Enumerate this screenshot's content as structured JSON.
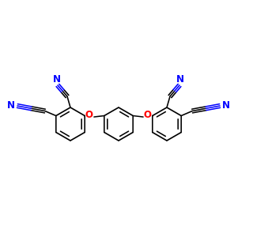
{
  "molecule": {
    "atoms": [
      {
        "id": "n_left_top",
        "label": "N",
        "color": "#0000FF"
      },
      {
        "id": "n_left_side",
        "label": "N",
        "color": "#0000FF"
      },
      {
        "id": "o_left",
        "label": "O",
        "color": "#FF0000"
      },
      {
        "id": "o_right",
        "label": "O",
        "color": "#FF0000"
      },
      {
        "id": "n_right_top",
        "label": "N",
        "color": "#0000FF"
      },
      {
        "id": "n_right_side",
        "label": "N",
        "color": "#0000FF"
      }
    ],
    "bond_color": "#000000",
    "nitrile_color": "#0000FF",
    "ether_color": "#FF0000"
  }
}
